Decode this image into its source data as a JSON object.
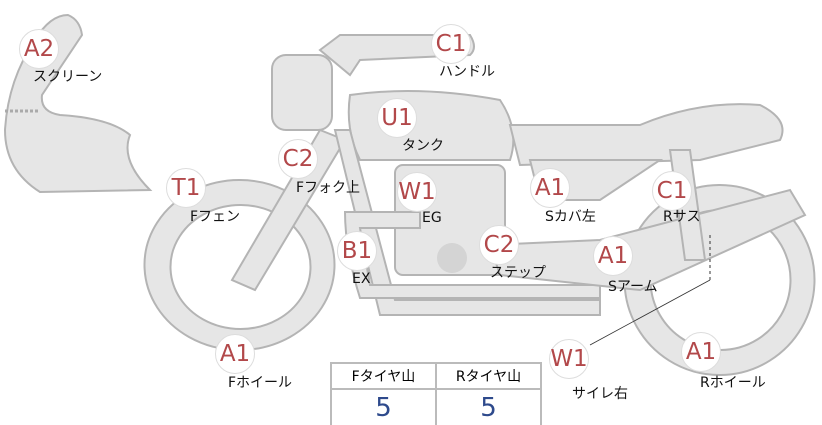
{
  "markers": [
    {
      "code": "A2",
      "label": "スクリーン"
    },
    {
      "code": "C1",
      "label": "ハンドル"
    },
    {
      "code": "U1",
      "label": "タンク"
    },
    {
      "code": "C2",
      "label": "Fフォク上"
    },
    {
      "code": "T1",
      "label": "Fフェン"
    },
    {
      "code": "W1",
      "label": "EG"
    },
    {
      "code": "A1",
      "label": "Sカバ左"
    },
    {
      "code": "C1",
      "label": "Rサス"
    },
    {
      "code": "B1",
      "label": "EX"
    },
    {
      "code": "C2",
      "label": "ステップ"
    },
    {
      "code": "A1",
      "label": "Sアーム"
    },
    {
      "code": "A1",
      "label": "Fホイール"
    },
    {
      "code": "W1",
      "label": "サイレ右"
    },
    {
      "code": "A1",
      "label": "Rホイール"
    }
  ],
  "tire_table": {
    "headers": [
      "Fタイヤ山",
      "Rタイヤ山"
    ],
    "values": [
      "5",
      "5"
    ]
  },
  "colors": {
    "badge_text": "#b2484a",
    "value_text": "#2e4a8c",
    "part_fill": "#e6e6e6"
  }
}
